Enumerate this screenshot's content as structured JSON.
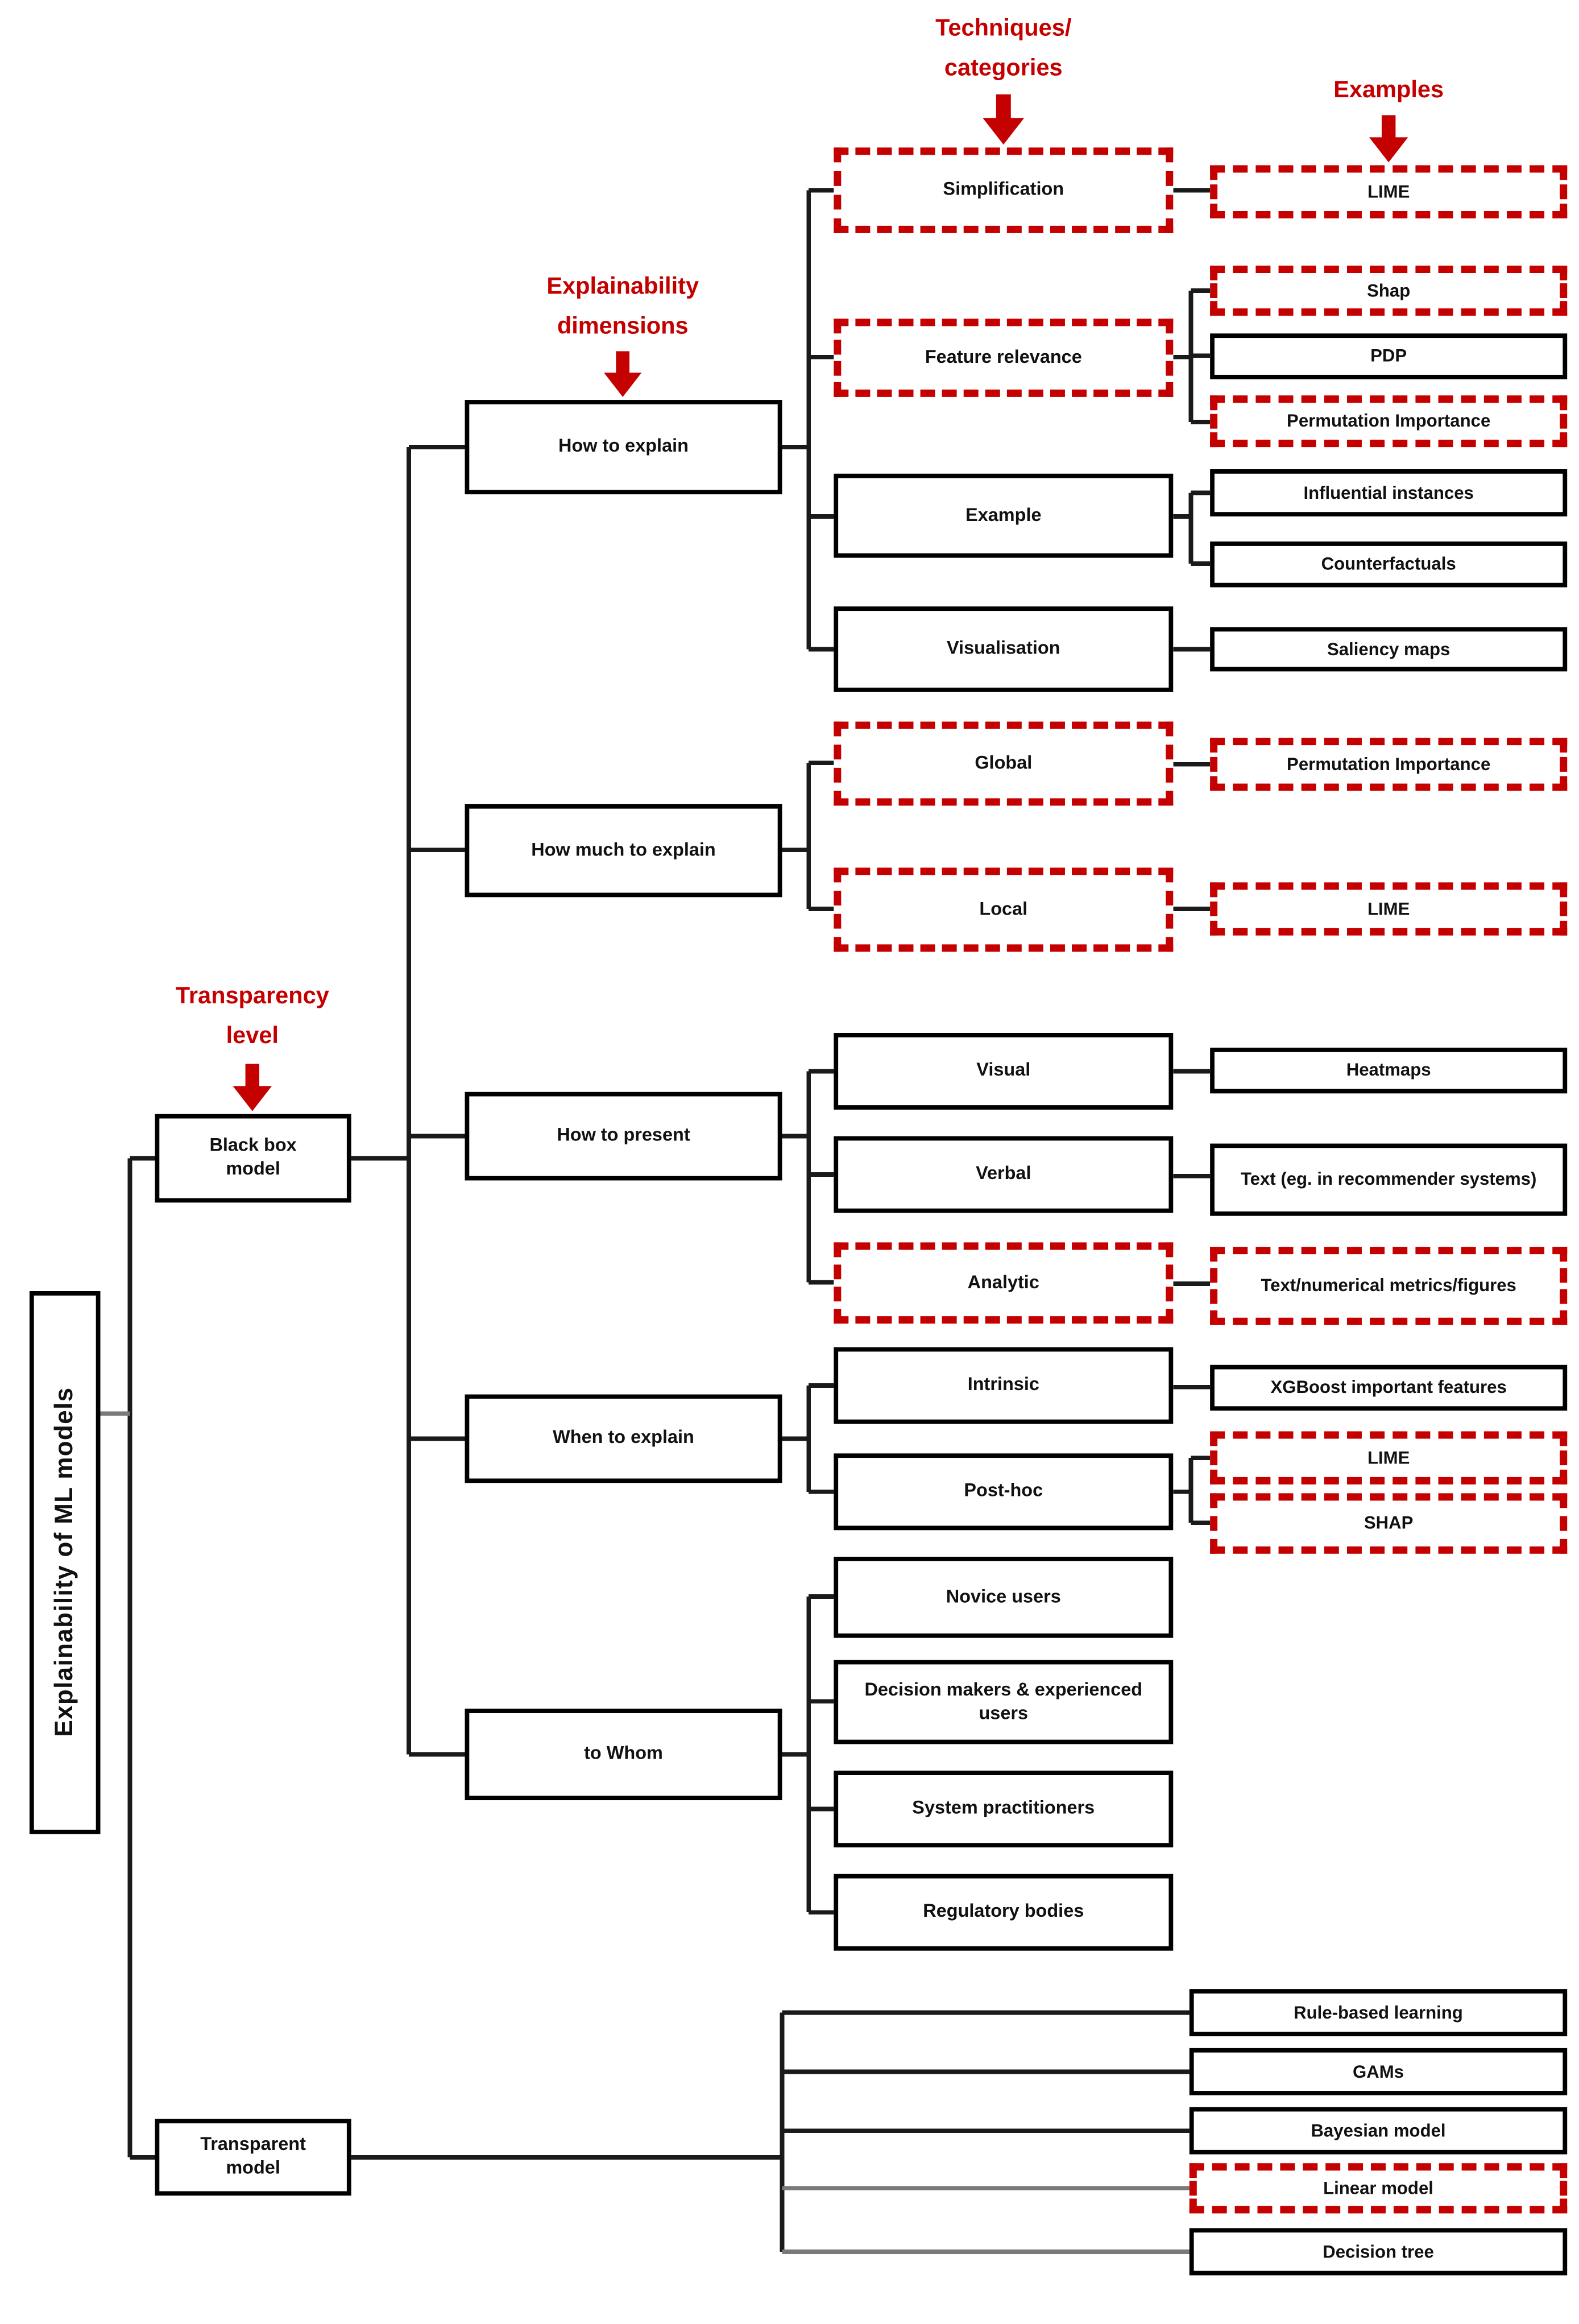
{
  "colors": {
    "accent_red": "#c40000",
    "box_border": "#000000",
    "connector_dark": "#1a1a1a",
    "connector_gray": "#7a7a7a",
    "background": "#ffffff"
  },
  "annotations": {
    "transparency_level": [
      "Transparency",
      "level"
    ],
    "explainability_dimensions": [
      "Explainability",
      "dimensions"
    ],
    "techniques_categories": [
      "Techniques/",
      "categories"
    ],
    "examples": "Examples"
  },
  "tree": {
    "root_label": "Explainability of ML models",
    "black_box": {
      "label": "Black box model",
      "dimensions": {
        "how_to_explain": {
          "label": "How to explain",
          "categories": {
            "simplification": {
              "label": "Simplification",
              "highlighted": true,
              "examples": {
                "lime": {
                  "label": "LIME",
                  "highlighted": true
                }
              }
            },
            "feature_relevance": {
              "label": "Feature relevance",
              "highlighted": true,
              "examples": {
                "shap": {
                  "label": "Shap",
                  "highlighted": true
                },
                "pdp": {
                  "label": "PDP",
                  "highlighted": false
                },
                "permutation_importance": {
                  "label": "Permutation Importance",
                  "highlighted": true
                }
              }
            },
            "example": {
              "label": "Example",
              "highlighted": false,
              "examples": {
                "influential_instances": {
                  "label": "Influential instances",
                  "highlighted": false
                },
                "counterfactuals": {
                  "label": "Counterfactuals",
                  "highlighted": false
                }
              }
            },
            "visualisation": {
              "label": "Visualisation",
              "highlighted": false,
              "examples": {
                "saliency_maps": {
                  "label": "Saliency maps",
                  "highlighted": false
                }
              }
            }
          }
        },
        "how_much_to_explain": {
          "label": "How much to explain",
          "categories": {
            "global": {
              "label": "Global",
              "highlighted": true,
              "examples": {
                "permutation_importance": {
                  "label": "Permutation Importance",
                  "highlighted": true
                }
              }
            },
            "local": {
              "label": "Local",
              "highlighted": true,
              "examples": {
                "lime": {
                  "label": "LIME",
                  "highlighted": true
                }
              }
            }
          }
        },
        "how_to_present": {
          "label": "How to present",
          "categories": {
            "visual": {
              "label": "Visual",
              "highlighted": false,
              "examples": {
                "heatmaps": {
                  "label": "Heatmaps",
                  "highlighted": false
                }
              }
            },
            "verbal": {
              "label": "Verbal",
              "highlighted": false,
              "examples": {
                "text_recommender": {
                  "label": "Text (eg. in recommender systems)",
                  "highlighted": false
                }
              }
            },
            "analytic": {
              "label": "Analytic",
              "highlighted": true,
              "examples": {
                "text_numerical": {
                  "label": "Text/numerical metrics/figures",
                  "highlighted": true
                }
              }
            }
          }
        },
        "when_to_explain": {
          "label": "When to explain",
          "categories": {
            "intrinsic": {
              "label": "Intrinsic",
              "highlighted": false,
              "examples": {
                "xgboost": {
                  "label": "XGBoost important features",
                  "highlighted": false
                }
              }
            },
            "post_hoc": {
              "label": "Post-hoc",
              "highlighted": false,
              "examples": {
                "lime": {
                  "label": "LIME",
                  "highlighted": true
                },
                "shap": {
                  "label": "SHAP",
                  "highlighted": true
                }
              }
            }
          }
        },
        "to_whom": {
          "label": "to Whom",
          "categories": {
            "novice_users": {
              "label": "Novice users",
              "highlighted": false
            },
            "decision_makers": {
              "label": "Decision makers & experienced users",
              "highlighted": false
            },
            "system_practitioners": {
              "label": "System practitioners",
              "highlighted": false
            },
            "regulatory_bodies": {
              "label": "Regulatory bodies",
              "highlighted": false
            }
          }
        }
      }
    },
    "transparent": {
      "label": "Transparent model",
      "models": {
        "rule_based_learning": {
          "label": "Rule-based learning",
          "highlighted": false
        },
        "gams": {
          "label": "GAMs",
          "highlighted": false
        },
        "bayesian_model": {
          "label": "Bayesian model",
          "highlighted": false
        },
        "linear_model": {
          "label": "Linear model",
          "highlighted": true
        },
        "decision_tree": {
          "label": "Decision tree",
          "highlighted": false
        }
      }
    }
  }
}
